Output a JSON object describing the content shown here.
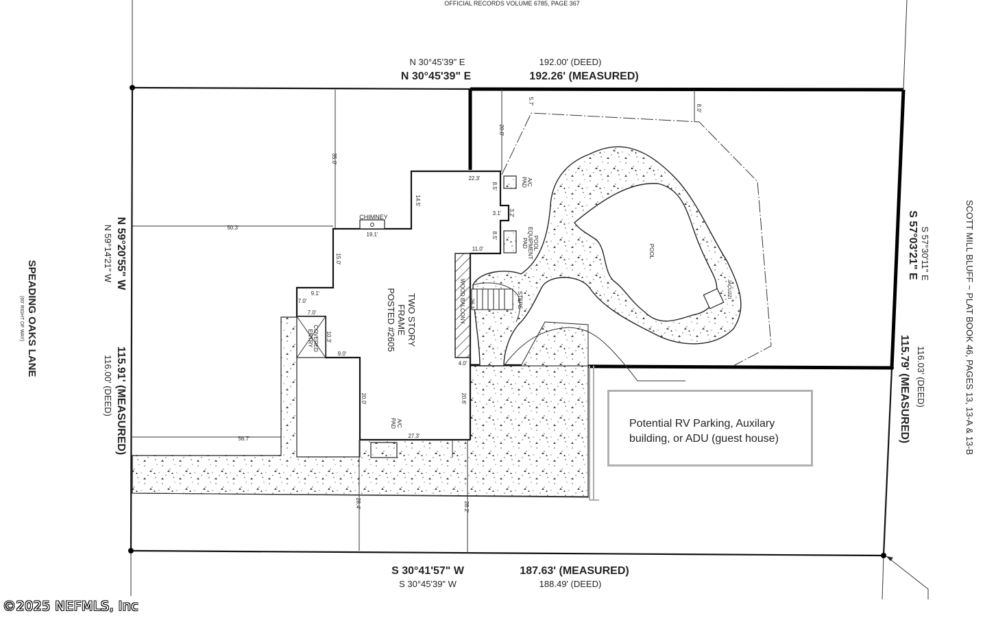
{
  "header": {
    "official_records": "OFFICIAL RECORDS VOLUME 6785, PAGE 367"
  },
  "boundaries": {
    "north": {
      "bearing_deed": "N 30°45'39\" E",
      "distance_deed": "192.00' (DEED)",
      "bearing_measured": "N 30°45'39\" E",
      "distance_measured": "192.26' (MEASURED)"
    },
    "south": {
      "bearing_measured": "S 30°41'57\" W",
      "distance_measured": "187.63' (MEASURED)",
      "bearing_deed": "S 30°45'39\" W",
      "distance_deed": "188.49' (DEED)"
    },
    "west": {
      "bearing_measured": "N 59°20'55\" W",
      "bearing_deed": "N 59°14'21\" W",
      "distance_measured": "115.91' (MEASURED)",
      "distance_deed": "116.00' (DEED)"
    },
    "east": {
      "bearing_deed": "S 57°30'11\" E",
      "bearing_measured": "S 57°03'21\" E",
      "distance_deed": "116.03' (DEED)",
      "distance_measured": "115.79' (MEASURED)"
    }
  },
  "street": {
    "name": "SPEADING OAKS LANE",
    "row": "(60' RIGHT OF WAY)"
  },
  "subdivision": "SCOTT MILL BLUFF  ~  PLAT BOOK 46, PAGES 13, 13-A & 13-B",
  "house": {
    "line1": "TWO STORY",
    "line2": "FRAME",
    "line3": "POSTED #2605"
  },
  "labels": {
    "chimney": "CHIMNEY",
    "ac_pad": [
      "A/C",
      "PAD"
    ],
    "pool_equipment": [
      "POOL",
      "EQUIPMENT",
      "PAD"
    ],
    "wood_balcony": "WOOD BALCONY",
    "covered_entry": [
      "COVERED",
      "ENTRY"
    ],
    "steps": "STEPS",
    "pool": "POOL",
    "jacuzzi": "JACUZZI"
  },
  "dimensions": {
    "d_5_7": "5.7'",
    "d_8_0": "8.0'",
    "d_20_8": "20.8'",
    "d_35_0": "35.0'",
    "d_22_3": "22.3'",
    "d_8_5a": "8.5'",
    "d_14_5": "14.5'",
    "d_3_1": "3.1'",
    "d_3_2": "3.2'",
    "d_50_3": "50.3'",
    "d_19_1": "19.1'",
    "d_8_5b": "8.5'",
    "d_11_0": "11.0'",
    "d_15_0": "15.0'",
    "d_9_1": "9.1'",
    "d_7_0a": "7.0'",
    "d_7_0b": "7.0'",
    "d_26_1": "26.1'",
    "d_10_3": "10.3'",
    "d_9_0": "9.0'",
    "d_4_0": "4.0'",
    "d_20_0": "20.0'",
    "d_20_6": "20.6'",
    "d_56_7": "56.7'",
    "d_27_3": "27.3'",
    "d_28_4": "28.4'",
    "d_28_2": "28.2'"
  },
  "note": {
    "line1": "Potential RV Parking, Auxilary",
    "line2": "building, or ADU (guest house)"
  },
  "copyright": "©2025 NEFMLS, Inc"
}
